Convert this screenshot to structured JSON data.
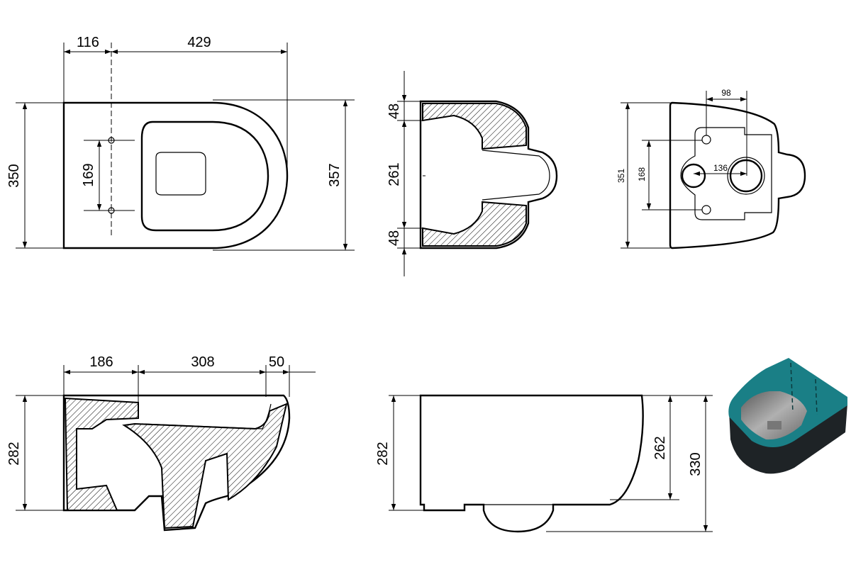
{
  "views": {
    "top_view": {
      "dims": {
        "front_overhang": "116",
        "length": "429",
        "width": "350",
        "fixing_spacing": "169",
        "overall_width": "357"
      }
    },
    "rear_section": {
      "dims": {
        "top_wall": "48",
        "middle": "261",
        "bottom_wall": "48"
      }
    },
    "rear_view": {
      "dims": {
        "offset": "98",
        "height": "351",
        "bolt_spacing": "168",
        "pipe_spacing": "136"
      }
    },
    "side_section": {
      "dims": {
        "rear": "186",
        "middle": "308",
        "front": "50",
        "height": "282"
      }
    },
    "side_view": {
      "dims": {
        "height": "282",
        "rim_height": "262",
        "overall_height": "330"
      }
    }
  },
  "render_colors": {
    "top": "#1a7f86",
    "body": "#1e2326",
    "bowl": "#8a8a8a"
  }
}
